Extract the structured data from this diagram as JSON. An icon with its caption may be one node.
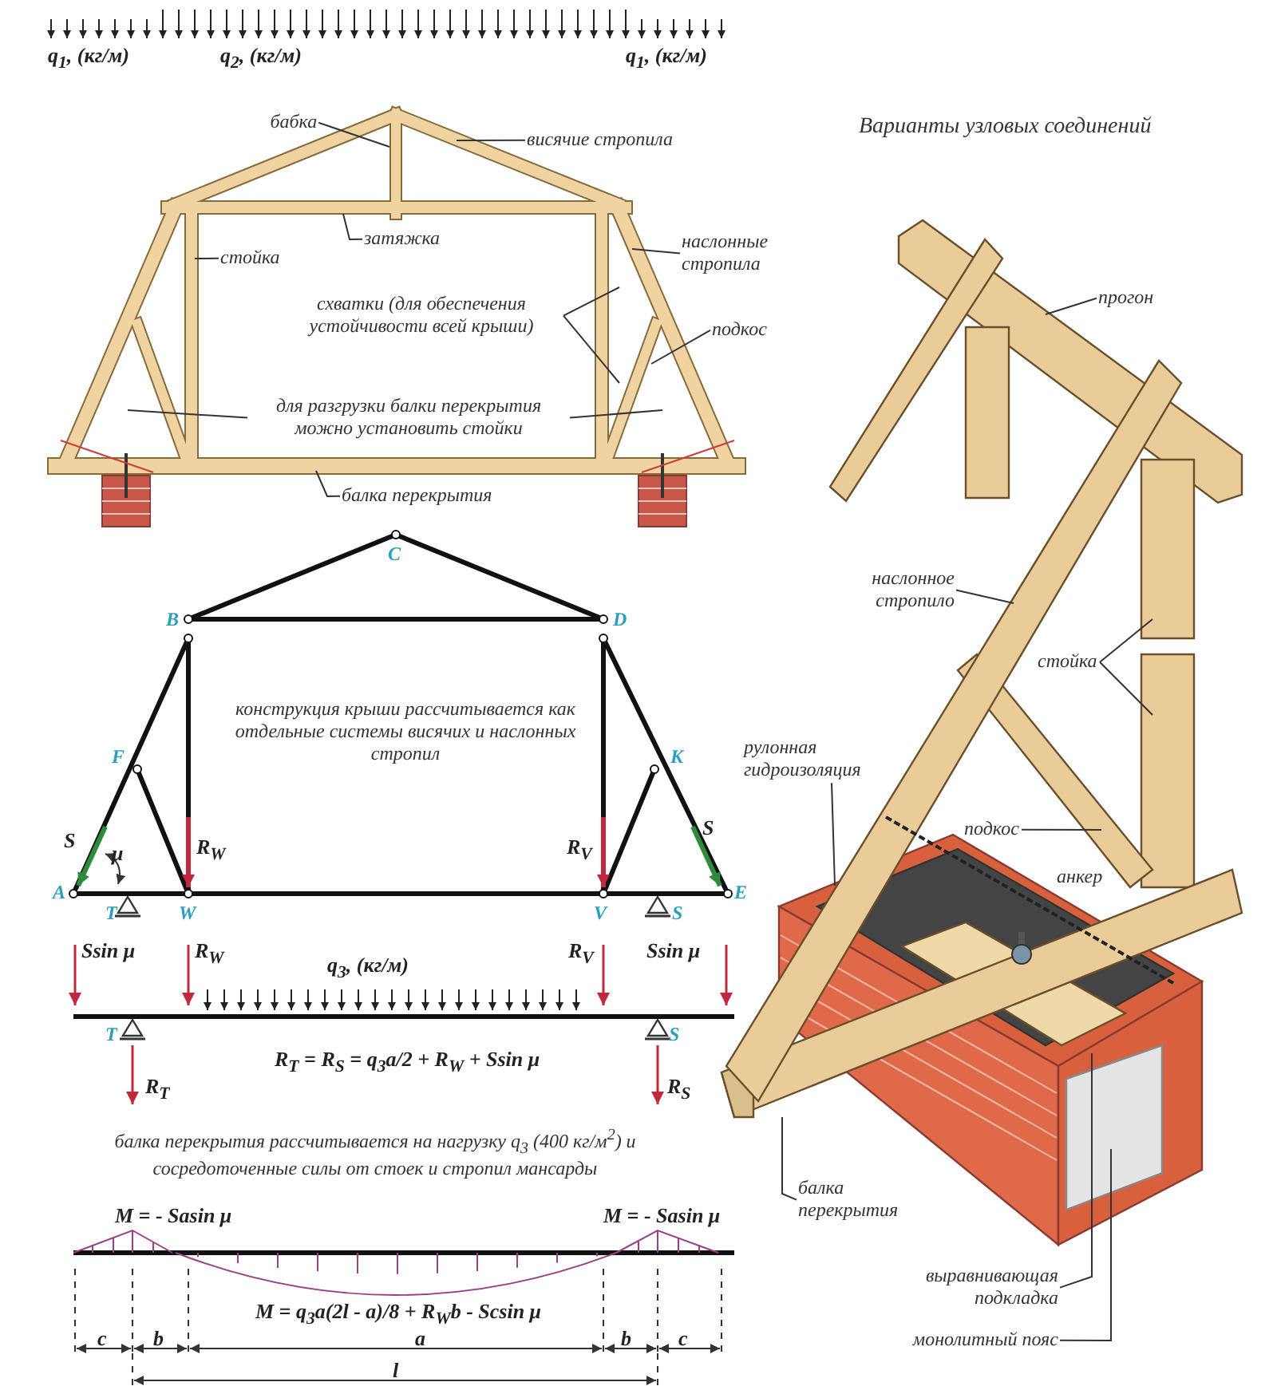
{
  "diagram": {
    "nodes": [
      {
        "text": [
          "бабка"
        ]
      },
      {
        "text": [
          "висячие стропила"
        ]
      },
      {
        "text": [
          "затяжка"
        ]
      },
      {
        "text": [
          "стойка"
        ]
      },
      {
        "text": [
          "наслонные стропила"
        ]
      },
      {
        "text": [
          "схватки (для обеспечения устойчивости всей крыши)"
        ]
      },
      {
        "text": [
          "подкос"
        ]
      },
      {
        "text": [
          "для разгрузки балки перекрытия можно установить стойки"
        ]
      },
      {
        "text": [
          "балка перекрытия"
        ]
      },
      {
        "text": [
          "прогон"
        ]
      },
      {
        "text": [
          "наслонное стропило"
        ]
      },
      {
        "text": [
          "стойка"
        ]
      },
      {
        "text": [
          "рулонная гидроизоляция"
        ]
      },
      {
        "text": [
          "подкос"
        ]
      },
      {
        "text": [
          "балка перекрытия"
        ]
      },
      {
        "text": [
          "выравнивающая подкладка"
        ]
      },
      {
        "text": [
          "монолитный пояс"
        ]
      }
    ],
    "edges": [
      {
        "from": 0,
        "to": null,
        "arrow": "none"
      },
      {
        "from": 1,
        "to": null,
        "arrow": "none"
      },
      {
        "from": 2,
        "to": null,
        "arrow": "none"
      },
      {
        "from": 3,
        "to": null,
        "arrow": "none"
      },
      {
        "from": 4,
        "to": null,
        "arrow": "none"
      },
      {
        "from": 5,
        "to": null,
        "arrow": "none"
      },
      {
        "from": 5,
        "to": null,
        "arrow": "none"
      },
      {
        "from": 6,
        "to": null,
        "arrow": "none"
      },
      {
        "from": 7,
        "to": null,
        "arrow": "none"
      },
      {
        "from": 7,
        "to": null,
        "arrow": "none"
      },
      {
        "from": 8,
        "to": null,
        "arrow": "none"
      },
      {
        "from": 9,
        "to": null,
        "arrow": "none"
      },
      {
        "from": 10,
        "to": null,
        "arrow": "none"
      },
      {
        "from": 11,
        "to": null,
        "arrow": "none"
      },
      {
        "from": 11,
        "to": null,
        "arrow": "none"
      },
      {
        "from": 12,
        "to": null,
        "arrow": "none"
      },
      {
        "from": 13,
        "to": null,
        "arrow": "none"
      },
      {
        "from": 14,
        "to": null,
        "arrow": "none"
      },
      {
        "from": 15,
        "to": null,
        "arrow": "none"
      },
      {
        "from": 16,
        "to": null,
        "arrow": "none"
      }
    ],
    "labels": [
      "q$_{1}$, (кг/м)",
      "q$_{2}$, (кг/м)",
      "q$_{1}$, (кг/м)",
      "Варианты узловых соединений",
      "C",
      "B",
      "D",
      "конструкция крыши рассчитывается как отдельные системы висячих и наслонных стропил",
      "F",
      "K",
      "S",
      "μ",
      "R$_{W}$",
      "R$_{V}$",
      "S",
      "A",
      "T",
      "W",
      "V",
      "S",
      "E",
      "Ssin μ",
      "R$_{W}$",
      "q$_{3}$, (кг/м)",
      "R$_{V}$",
      "Ssin μ",
      "T",
      "S",
      "R$_{T}$ = R$_{S}$ = q$_{3}$a/2 + R$_{W}$ + Ssin μ",
      "R$_{T}$",
      "R$_{S}$",
      "балка перекрытия рассчитывается на нагрузку q$_{3}$ (400 кг/м$^{2}$) и сосредоточенные силы от стоек и стропил мансарды",
      "M = - Sasin μ",
      "M = - Sasin μ",
      "M = q$_{3}$a(2l - a)/8 + R$_{W}$b - Scsin μ",
      "c",
      "b",
      "a",
      "b",
      "c",
      "l",
      "анкер"
    ]
  }
}
